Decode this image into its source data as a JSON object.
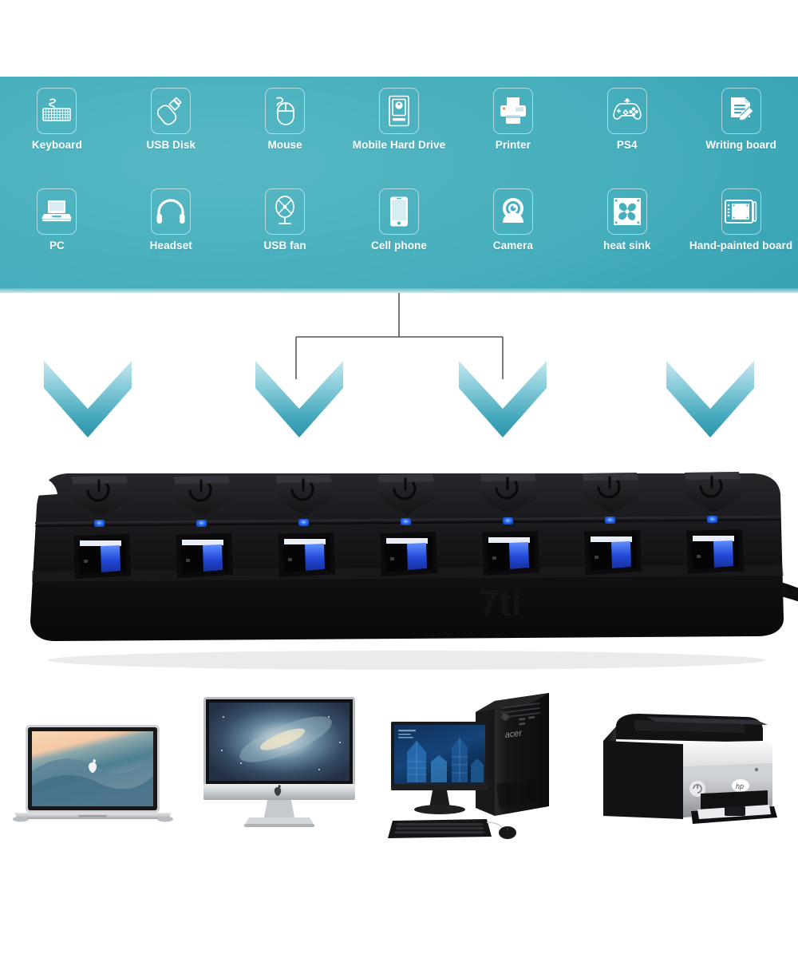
{
  "panel": {
    "background_color": "#45adbb",
    "row1": [
      {
        "label": "Keyboard",
        "icon": "keyboard-icon"
      },
      {
        "label": "USB Disk",
        "icon": "usb-flash-drive-icon"
      },
      {
        "label": "Mouse",
        "icon": "mouse-icon"
      },
      {
        "label": "Mobile Hard Drive",
        "icon": "external-hard-drive-icon"
      },
      {
        "label": "Printer",
        "icon": "printer-icon"
      },
      {
        "label": "PS4",
        "icon": "gamepad-icon"
      },
      {
        "label": "Writing board",
        "icon": "writing-board-icon"
      }
    ],
    "row2": [
      {
        "label": "PC",
        "icon": "laptop-icon"
      },
      {
        "label": "Headset",
        "icon": "headset-icon"
      },
      {
        "label": "USB fan",
        "icon": "usb-fan-icon"
      },
      {
        "label": "Cell phone",
        "icon": "cell-phone-icon"
      },
      {
        "label": "Camera",
        "icon": "webcam-icon"
      },
      {
        "label": "heat sink",
        "icon": "heat-sink-fan-icon"
      },
      {
        "label": "Hand-painted board",
        "icon": "drawing-tablet-icon"
      }
    ]
  },
  "connector": {
    "line_color": "#555555",
    "description": "tree connector from panel down to arrows"
  },
  "arrows": {
    "count": 4,
    "glyph": "chevron-down",
    "gradient_top": "#9fd7e2",
    "gradient_bottom": "#2e98ad"
  },
  "hub": {
    "product": "7-port USB 3.0 hub with individual power switches",
    "port_count": 7,
    "body_color": "#101013",
    "led_color": "#1f5fe0",
    "port_insert_color": "#1b4fd8",
    "switch_icon": "power-symbol-icon",
    "cable": "right-side-cable"
  },
  "devices": [
    {
      "name": "macbook-pro",
      "label": "MacBook Pro laptop"
    },
    {
      "name": "imac",
      "label": "iMac all-in-one desktop"
    },
    {
      "name": "acer-desktop-pc",
      "label": "Acer desktop PC with monitor, keyboard and mouse"
    },
    {
      "name": "hp-laser-printer",
      "label": "HP LaserJet printer"
    }
  ]
}
